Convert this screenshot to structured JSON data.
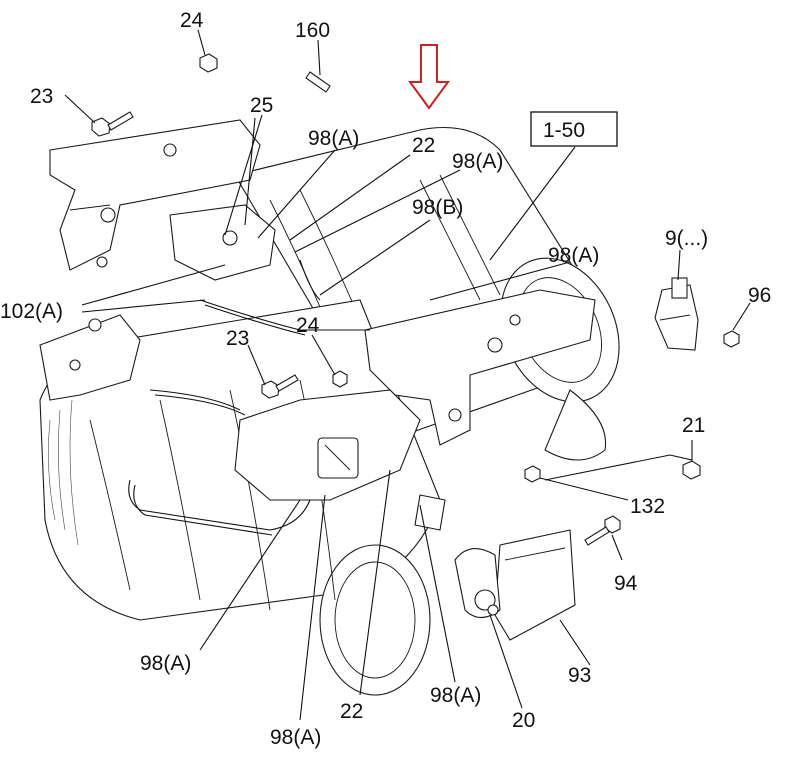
{
  "diagram": {
    "callouts": [
      {
        "id": "c24a",
        "text": "24"
      },
      {
        "id": "c160",
        "text": "160"
      },
      {
        "id": "c23a",
        "text": "23"
      },
      {
        "id": "c25",
        "text": "25"
      },
      {
        "id": "c98a1",
        "text": "98(A)"
      },
      {
        "id": "c22a",
        "text": "22"
      },
      {
        "id": "c98a2",
        "text": "98(A)"
      },
      {
        "id": "c150",
        "text": "1-50"
      },
      {
        "id": "c98b",
        "text": "98(B)"
      },
      {
        "id": "c98a3",
        "text": "98(A)"
      },
      {
        "id": "c95",
        "text": "9(...)"
      },
      {
        "id": "c96",
        "text": "96"
      },
      {
        "id": "c102",
        "text": "102(A)"
      },
      {
        "id": "c24b",
        "text": "24"
      },
      {
        "id": "c23b",
        "text": "23"
      },
      {
        "id": "c21",
        "text": "21"
      },
      {
        "id": "c132",
        "text": "132"
      },
      {
        "id": "c94",
        "text": "94"
      },
      {
        "id": "c98a4",
        "text": "98(A)"
      },
      {
        "id": "c22b",
        "text": "22"
      },
      {
        "id": "c98a5",
        "text": "98(A)"
      },
      {
        "id": "c93",
        "text": "93"
      },
      {
        "id": "c20",
        "text": "20"
      },
      {
        "id": "c98a6",
        "text": "98(A)"
      }
    ],
    "highlight_color": "#cc2222",
    "line_color": "#111111"
  }
}
